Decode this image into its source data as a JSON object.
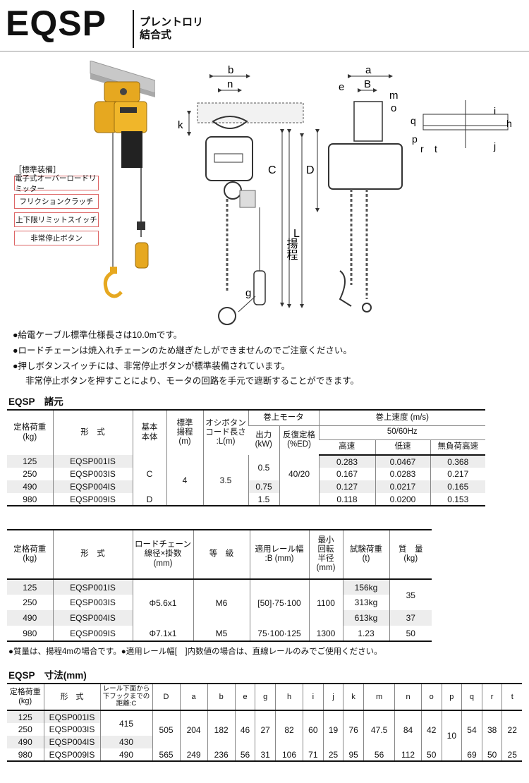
{
  "header": {
    "model": "EQSP",
    "sub1": "プレントロリ",
    "sub2": "結合式"
  },
  "equipment": {
    "heading": "［標準装備］",
    "items": [
      "電子式オーバーロードリミッター",
      "フリクションクラッチ",
      "上下限リミットスイッチ",
      "非常停止ボタン"
    ]
  },
  "diagram_labels": {
    "b": "b",
    "n": "n",
    "k": "k",
    "C": "C",
    "D": "D",
    "L": "L",
    "lift": "揚程",
    "g": "g",
    "a": "a",
    "B": "B",
    "e": "e",
    "m": "m",
    "o": "o",
    "q": "q",
    "p": "p",
    "r": "r",
    "t": "t",
    "i": "i",
    "h": "h",
    "j": "j"
  },
  "notes": [
    "●給電ケーブル標準仕様長さは10.0mです。",
    "●ロードチェーンは焼入れチェーンのため継ぎたしができませんのでご注意ください。",
    "●押しボタンスイッチには、非常停止ボタンが標準装備されています。",
    "非常停止ボタンを押すことにより、モータの回路を手元で遮断することができます。"
  ],
  "spec_title": "EQSP　諸元",
  "spec1": {
    "h": {
      "cap": "定格荷重\n(kg)",
      "model": "形　式",
      "body": "基本\n本体",
      "lift": "標準\n揚程\n(m)",
      "cord": "オシボタン\nコード長さ\n:L(m)",
      "motor": "巻上モータ",
      "out": "出力\n(kW)",
      "ed": "反復定格\n(%ED)",
      "speed": "巻上速度 (m/s)",
      "hz": "50/60Hz",
      "high": "高速",
      "low": "低速",
      "noload": "無負荷高速"
    },
    "rows": [
      {
        "cap": "125",
        "model": "EQSP001IS",
        "high": "0.283",
        "low": "0.0467",
        "noload": "0.368"
      },
      {
        "cap": "250",
        "model": "EQSP003IS",
        "high": "0.167",
        "low": "0.0283",
        "noload": "0.217"
      },
      {
        "cap": "490",
        "model": "EQSP004IS",
        "high": "0.127",
        "low": "0.0217",
        "noload": "0.165"
      },
      {
        "cap": "980",
        "model": "EQSP009IS",
        "high": "0.118",
        "low": "0.0200",
        "noload": "0.153"
      }
    ],
    "body_C": "C",
    "body_D": "D",
    "lift": "4",
    "cord": "3.5",
    "out_a": "0.5",
    "out_b": "0.75",
    "out_c": "1.5",
    "ed": "40/20"
  },
  "spec2": {
    "h": {
      "cap": "定格荷重\n(kg)",
      "model": "形　式",
      "chain": "ロードチェーン\n線径×掛数\n(mm)",
      "grade": "等　級",
      "rail": "適用レール幅\n:B (mm)",
      "radius": "最小\n回転\n半径\n(mm)",
      "test": "試験荷重\n(t)",
      "mass": "質　量\n(kg)"
    },
    "rows": [
      {
        "cap": "125",
        "model": "EQSP001IS",
        "test": "156kg"
      },
      {
        "cap": "250",
        "model": "EQSP003IS",
        "test": "313kg"
      },
      {
        "cap": "490",
        "model": "EQSP004IS",
        "test": "613kg"
      },
      {
        "cap": "980",
        "model": "EQSP009IS",
        "test": "1.23"
      }
    ],
    "chain_a": "Φ5.6x1",
    "chain_b": "Φ7.1x1",
    "grade_a": "M6",
    "grade_b": "M5",
    "rail_a": "[50]·75·100",
    "rail_b": "75·100·125",
    "radius_a": "1100",
    "radius_b": "1300",
    "mass_a": "35",
    "mass_b": "37",
    "mass_c": "50"
  },
  "footnote": "●質量は、揚程4mの場合です。●適用レール幅[　]内数値の場合は、直線レールのみでご使用ください。",
  "dim_title": "EQSP　寸法(mm)",
  "spec3": {
    "h": {
      "cap": "定格荷重\n(kg)",
      "model": "形　式",
      "c": "レール下面から\n下フックまでの\n距離:C",
      "cols": [
        "D",
        "a",
        "b",
        "e",
        "g",
        "h",
        "i",
        "j",
        "k",
        "m",
        "n",
        "o",
        "p",
        "q",
        "r",
        "t"
      ]
    },
    "rows": [
      {
        "cap": "125",
        "model": "EQSP001IS"
      },
      {
        "cap": "250",
        "model": "EQSP003IS"
      },
      {
        "cap": "490",
        "model": "EQSP004IS"
      },
      {
        "cap": "980",
        "model": "EQSP009IS"
      }
    ],
    "c_a": "415",
    "c_b": "430",
    "c_c": "490",
    "vals_a": [
      "505",
      "204",
      "182",
      "46",
      "27",
      "82",
      "60",
      "19",
      "76",
      "47.5",
      "84",
      "42"
    ],
    "vals_b": [
      "565",
      "249",
      "236",
      "56",
      "31",
      "106",
      "71",
      "25",
      "95",
      "56",
      "112",
      "50"
    ],
    "p": "10",
    "qrt_a": [
      "54",
      "38",
      "22"
    ],
    "qrt_b": [
      "69",
      "50",
      "25"
    ]
  }
}
